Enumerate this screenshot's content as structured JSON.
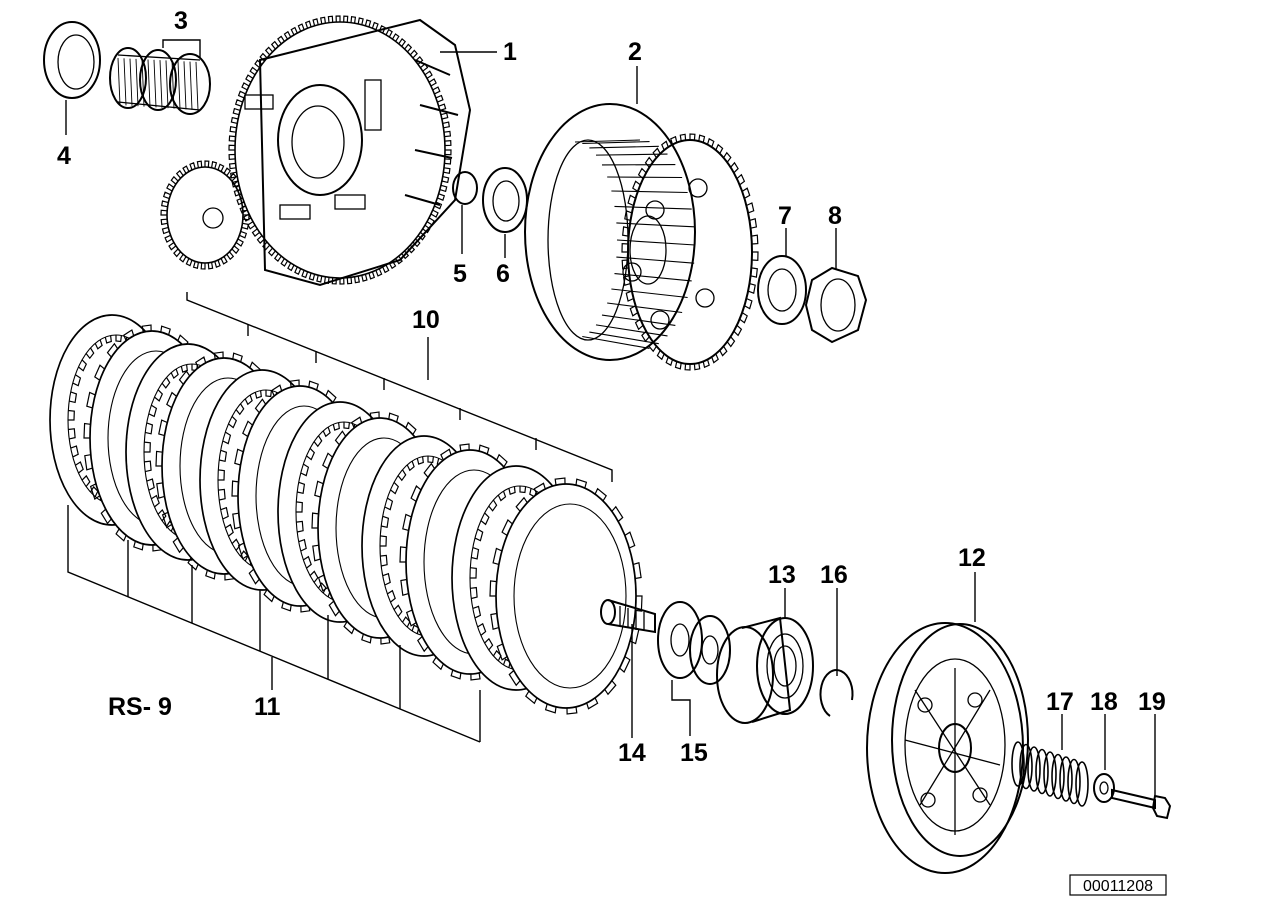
{
  "diagram": {
    "callouts": {
      "c1": "1",
      "c2": "2",
      "c3": "3",
      "c4": "4",
      "c5": "5",
      "c6": "6",
      "c7": "7",
      "c8": "8",
      "c10": "10",
      "c11": "11",
      "c12": "12",
      "c13": "13",
      "c14": "14",
      "c15": "15",
      "c16": "16",
      "c17": "17",
      "c18": "18",
      "c19": "19"
    },
    "model_label": "RS- 9",
    "reference_number": "00011208"
  }
}
